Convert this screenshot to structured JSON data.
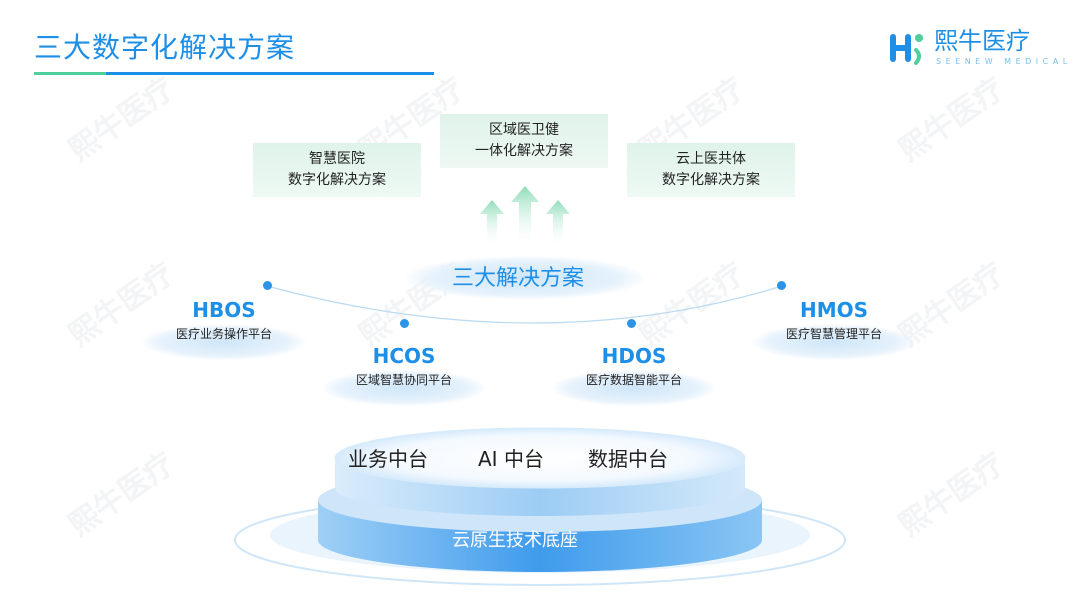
{
  "header": {
    "title": "三大数字化解决方案"
  },
  "logo": {
    "name_cn": "熙牛医疗",
    "name_en": "SEENEW MEDICAL"
  },
  "watermark": {
    "text": "熙牛医疗"
  },
  "solutions": [
    {
      "line1": "智慧医院",
      "line2": "数字化解决方案"
    },
    {
      "line1": "区域医卫健",
      "line2": "一体化解决方案"
    },
    {
      "line1": "云上医共体",
      "line2": "数字化解决方案"
    }
  ],
  "center": {
    "label": "三大解决方案"
  },
  "platforms": [
    {
      "name": "HBOS",
      "desc": "医疗业务操作平台"
    },
    {
      "name": "HCOS",
      "desc": "区域智慧协同平台"
    },
    {
      "name": "HDOS",
      "desc": "医疗数据智能平台"
    },
    {
      "name": "HMOS",
      "desc": "医疗智慧管理平台"
    }
  ],
  "middle_tiers": {
    "business": "业务中台",
    "ai": "AI 中台",
    "data": "数据中台"
  },
  "base": {
    "label": "云原生技术底座"
  },
  "colors": {
    "primary": "#1e8fe6",
    "accent_green": "#4fcf9c",
    "card_bg": "#e3f5ec",
    "base_blue": "#4aa6ee"
  }
}
